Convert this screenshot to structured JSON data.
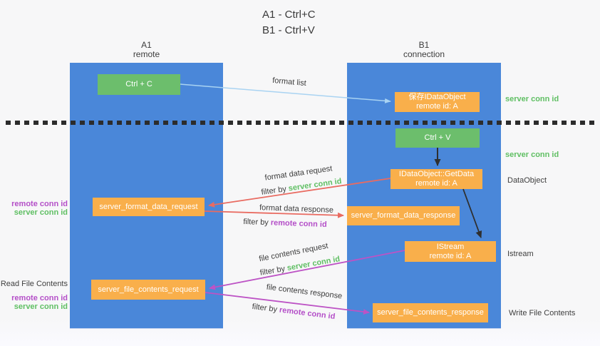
{
  "title": {
    "line1": "A1 - Ctrl+C",
    "line2": "B1 - Ctrl+V"
  },
  "lifelines": {
    "left": {
      "name": "A1",
      "role": "remote"
    },
    "right": {
      "name": "B1",
      "role": "connection"
    }
  },
  "nodes": {
    "ctrl_c": {
      "label": "Ctrl + C"
    },
    "save_idataobject": {
      "line1": "保存IDataObject",
      "line2": "remote id: A"
    },
    "ctrl_v": {
      "label": "Ctrl + V"
    },
    "getdata": {
      "line1": "IDataObject::GetData",
      "line2": "remote id: A"
    },
    "format_request": {
      "label": "server_format_data_request"
    },
    "format_response": {
      "label": "server_format_data_response"
    },
    "istream": {
      "line1": "IStream",
      "line2": "remote id: A"
    },
    "file_request": {
      "label": "server_file_contents_request"
    },
    "file_response": {
      "label": "server_file_contents_response"
    }
  },
  "arrow_labels": {
    "format_list": "format list",
    "format_data_request": "format data request",
    "format_data_response": "format data response",
    "file_contents_request": "file contents request",
    "file_contents_response": "file contents response",
    "filter_by": "filter by",
    "server_conn_id": "server conn id",
    "remote_conn_id": "remote conn id"
  },
  "side_labels": {
    "server_conn_id_top_right": "server conn id",
    "server_conn_id_mid_right": "server conn id",
    "dataobject": "DataObject",
    "istream": "Istream",
    "write_file_contents": "Write File Contents",
    "read_file_contents": "Read File Contents",
    "remote_conn_id_left_top": "remote conn id",
    "server_conn_id_left_top": "server conn id",
    "remote_conn_id_left_bottom": "remote conn id",
    "server_conn_id_left_bottom": "server conn id"
  },
  "colors": {
    "lifeline_blue": "#4A87D9",
    "action_green": "#6CBE6C",
    "handler_orange": "#F9AF4B",
    "request_arrow_red": "#E96B61",
    "file_arrow_magenta": "#BD53C5",
    "format_list_arrow_blue": "#A9D3F2",
    "conn_id_green": "#5FBF63",
    "conn_id_purple": "#B44FC8",
    "separator_black": "#2C2C2C"
  }
}
